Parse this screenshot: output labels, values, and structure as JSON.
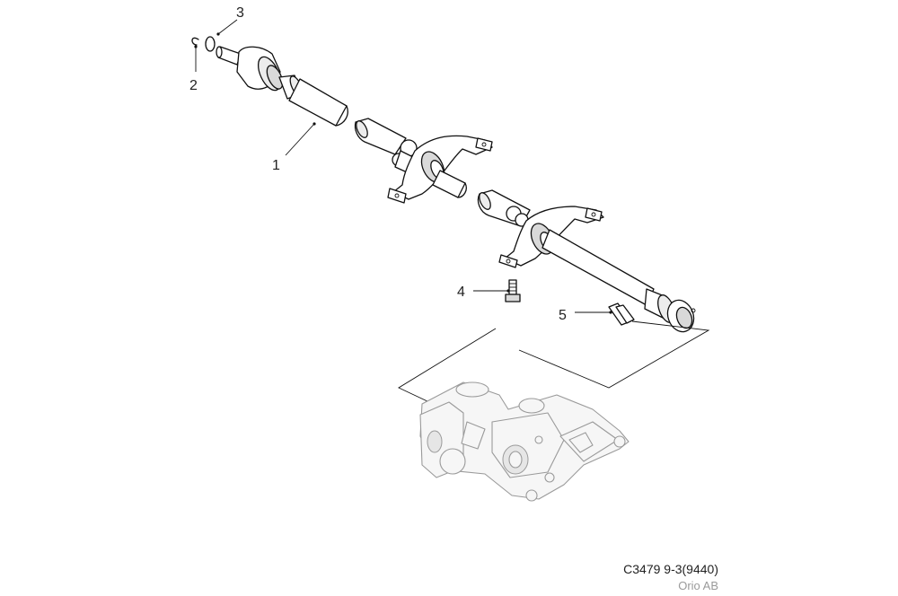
{
  "callouts": [
    {
      "num": "1",
      "part": "propeller-shaft-front-section"
    },
    {
      "num": "2",
      "part": "retaining-ring"
    },
    {
      "num": "3",
      "part": "seal-ring"
    },
    {
      "num": "4",
      "part": "bolt"
    },
    {
      "num": "5",
      "part": "clamp"
    }
  ],
  "footer": {
    "ref": "C3479 9-3(9440)",
    "org": "Orio AB"
  }
}
